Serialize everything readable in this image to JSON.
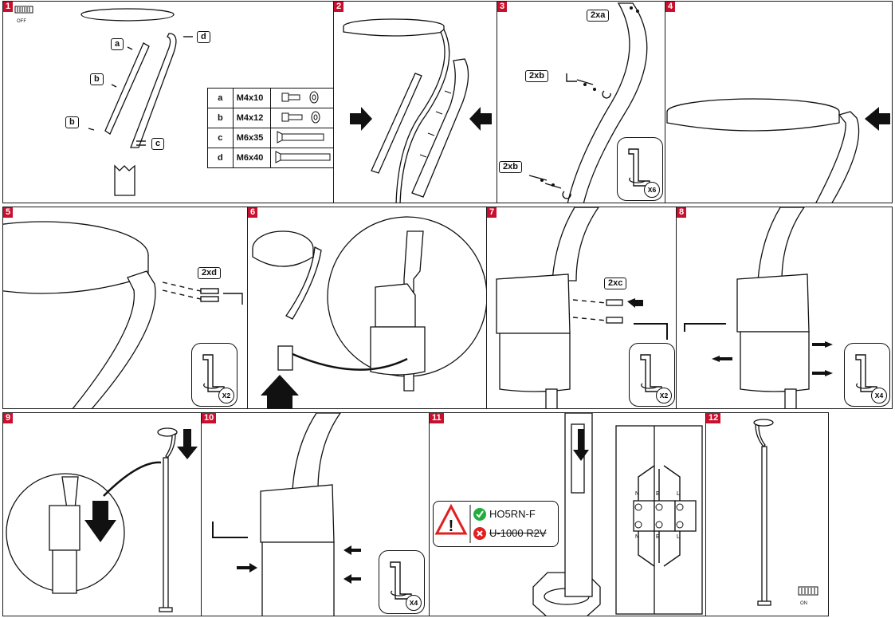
{
  "steps": {
    "s1": "1",
    "s2": "2",
    "s3": "3",
    "s4": "4",
    "s5": "5",
    "s6": "6",
    "s7": "7",
    "s8": "8",
    "s9": "9",
    "s10": "10",
    "s11": "11",
    "s12": "12"
  },
  "switch": {
    "off": "OFF",
    "on": "ON"
  },
  "callouts": {
    "a": "a",
    "b1": "b",
    "b2": "b",
    "c": "c",
    "d": "d",
    "xa": "2xa",
    "xb1": "2xb",
    "xb2": "2xb",
    "xd": "2xd",
    "xc1": "2xc"
  },
  "screw_table": [
    {
      "key": "a",
      "size": "M4x10"
    },
    {
      "key": "b",
      "size": "M4x12"
    },
    {
      "key": "c",
      "size": "M6x35"
    },
    {
      "key": "d",
      "size": "M6x40"
    }
  ],
  "tool_counts": {
    "p3": "X6",
    "p5": "X2",
    "p7": "X2",
    "p8": "X4",
    "p10": "X4"
  },
  "cable": {
    "ok": "HO5RN-F",
    "not_ok": "U-1000 R2V"
  },
  "terminal_labels": [
    "N",
    "E",
    "L",
    "N",
    "E",
    "L"
  ],
  "colors": {
    "step_badge": "#c8102e",
    "ok": "#1fae3c",
    "not_ok": "#e02020",
    "warning": "#e02020"
  }
}
